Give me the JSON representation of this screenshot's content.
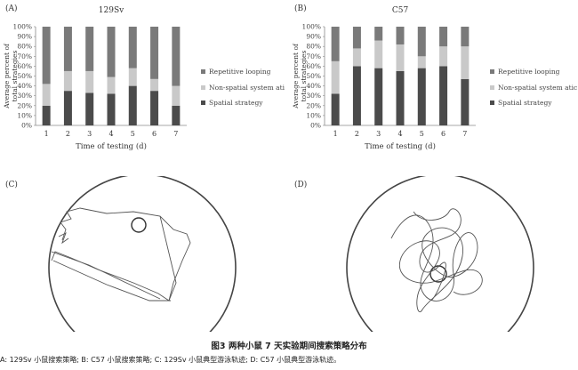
{
  "colors": {
    "repetitive": "#7a7a7a",
    "nonspatial": "#c9c9c9",
    "spatial": "#4b4b4b",
    "axis": "#8a8a8a",
    "track": "#444444"
  },
  "chart_data": [
    {
      "type": "bar",
      "stacked": true,
      "panel_label": "(A)",
      "title": "129Sv",
      "xlabel": "Time of testing (d)",
      "ylabel": "Average percent of total strategies",
      "categories": [
        "1",
        "2",
        "3",
        "4",
        "5",
        "6",
        "7"
      ],
      "y_ticks": [
        "0%",
        "10%",
        "20%",
        "30%",
        "40%",
        "50%",
        "60%",
        "70%",
        "80%",
        "90%",
        "100%"
      ],
      "ylim": [
        0,
        100
      ],
      "legend_position": "right",
      "series": [
        {
          "name": "Spatial strategy",
          "values": [
            20,
            35,
            33,
            32,
            40,
            35,
            20
          ]
        },
        {
          "name": "Non-spatial system atic",
          "values": [
            22,
            20,
            22,
            17,
            18,
            12,
            20
          ]
        },
        {
          "name": "Repetitive looping",
          "values": [
            58,
            45,
            45,
            51,
            42,
            53,
            60
          ]
        }
      ]
    },
    {
      "type": "bar",
      "stacked": true,
      "panel_label": "(B)",
      "title": "C57",
      "xlabel": "Time of testing (d)",
      "ylabel": "Average percent of total strategies",
      "categories": [
        "1",
        "2",
        "3",
        "4",
        "5",
        "6",
        "7"
      ],
      "y_ticks": [
        "0%",
        "10%",
        "20%",
        "30%",
        "40%",
        "50%",
        "60%",
        "70%",
        "80%",
        "90%",
        "100%"
      ],
      "ylim": [
        0,
        100
      ],
      "legend_position": "right",
      "series": [
        {
          "name": "Spatial strategy",
          "values": [
            32,
            60,
            58,
            55,
            58,
            60,
            47
          ]
        },
        {
          "name": "Non-spatial system atic",
          "values": [
            33,
            18,
            28,
            27,
            12,
            20,
            33
          ]
        },
        {
          "name": "Repetitive looping",
          "values": [
            35,
            22,
            14,
            18,
            30,
            20,
            20
          ]
        }
      ]
    }
  ],
  "panels": {
    "c_label": "(C)",
    "d_label": "(D)"
  },
  "caption": {
    "title": "图3   两种小鼠 7 天实验期间搜索策略分布",
    "text": "A: 129Sv 小鼠搜索策略; B: C57 小鼠搜索策略; C: 129Sv 小鼠典型游泳轨迹; D: C57 小鼠典型游泳轨迹。"
  }
}
